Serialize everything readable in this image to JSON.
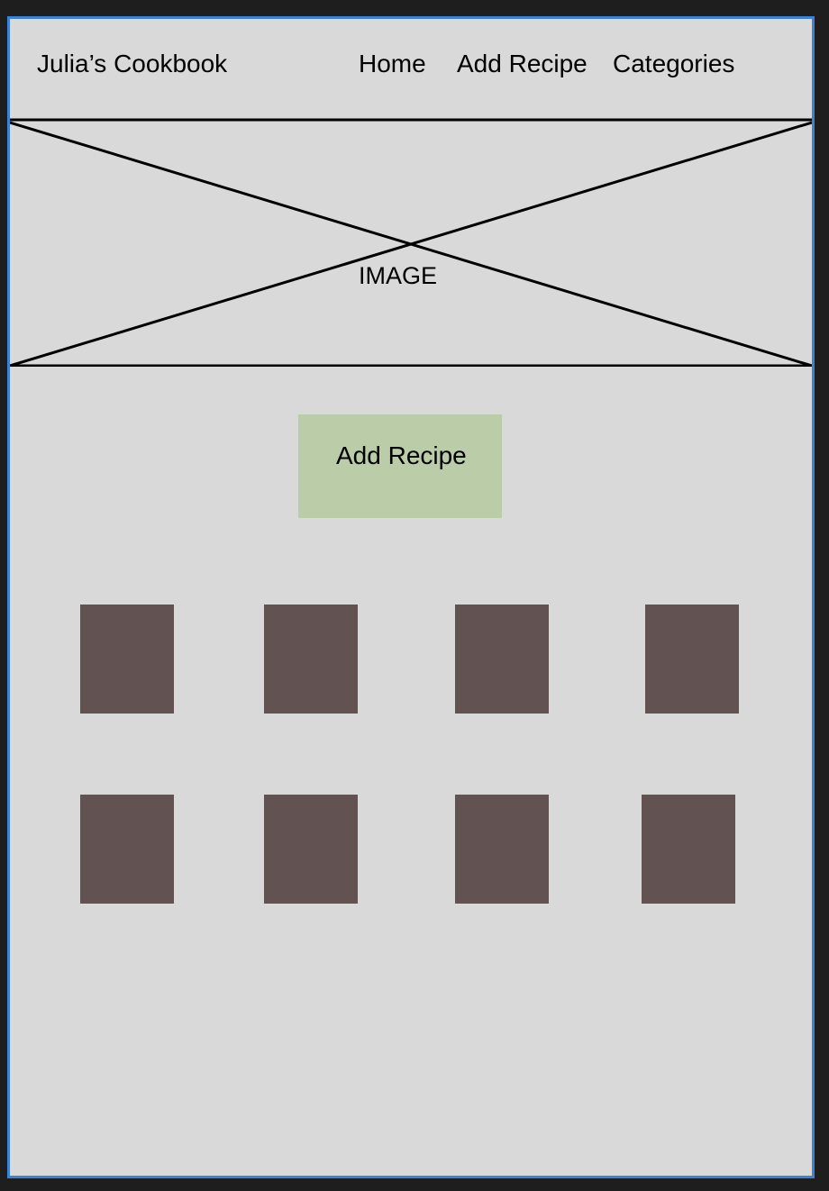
{
  "header": {
    "brand": "Julia’s Cookbook",
    "nav": [
      {
        "label": "Home"
      },
      {
        "label": "Add Recipe"
      },
      {
        "label": "Categories"
      }
    ]
  },
  "hero": {
    "label": "IMAGE"
  },
  "cta": {
    "label": "Add Recipe"
  },
  "colors": {
    "background": "#d9d9d9",
    "frame_border": "#3b82d6",
    "button": "#bbcca8",
    "tile": "#635252"
  }
}
